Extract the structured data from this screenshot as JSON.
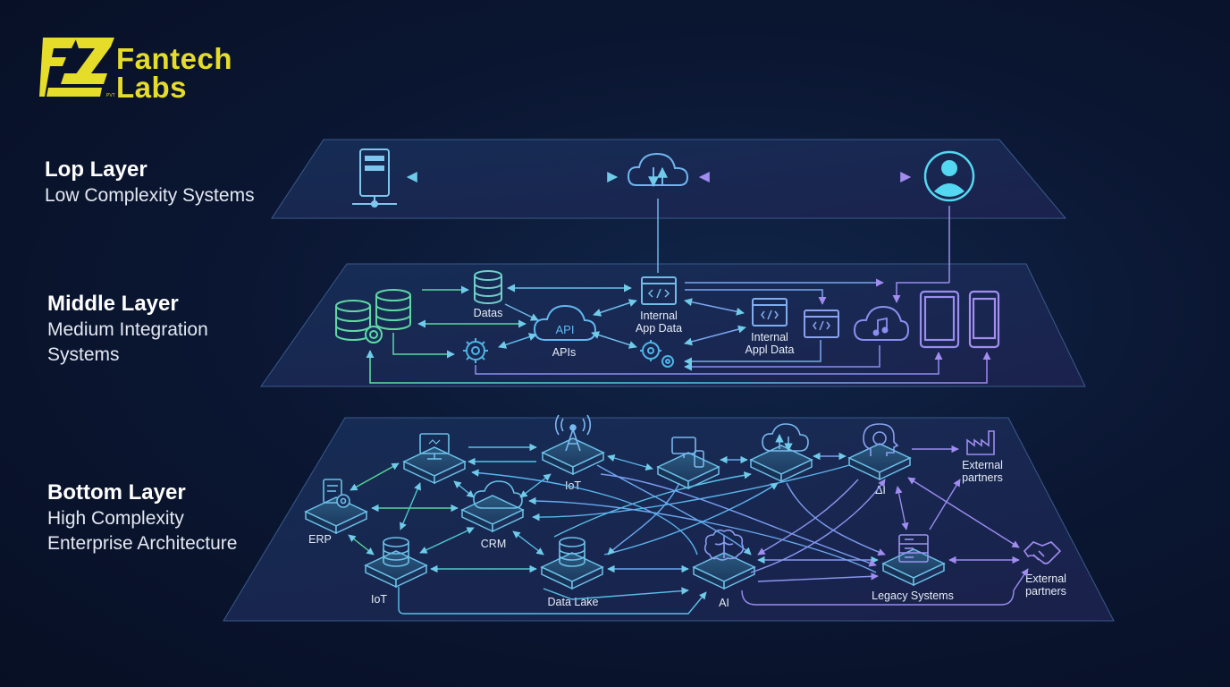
{
  "brand": {
    "line1": "Fantech",
    "line2": "Labs",
    "tag": "PVT"
  },
  "layers": [
    {
      "title": "Lop Layer",
      "subtitle": "Low Complexity Systems"
    },
    {
      "title": "Middle Layer",
      "subtitle": "Medium Integration Systems"
    },
    {
      "title": "Bottom Layer",
      "subtitle": "High Complexity Enterprise Architecture"
    }
  ],
  "middle_labels": {
    "data": "Datas",
    "api_icon": "API",
    "apis": "APIs",
    "internal_app_data": [
      "Internal",
      "App Data"
    ],
    "internal_appl_data": [
      "Internal",
      "Appl Data"
    ]
  },
  "bottom_labels": {
    "erp": "ERP",
    "iot_top": "IoT",
    "crm": "CRM",
    "iot_bottom": "IoT",
    "data_lake": "Data Lake",
    "ai": "AI",
    "ai_top": "ΔI",
    "legacy": "Legacy Systems",
    "external_top": [
      "External",
      "partners"
    ],
    "external_bottom": [
      "External",
      "partners"
    ]
  },
  "colors": {
    "accent_cyan": "#4fd6f0",
    "accent_green": "#55e08e",
    "accent_violet": "#9b7ef0",
    "brand_yellow": "#e6dc2a"
  }
}
